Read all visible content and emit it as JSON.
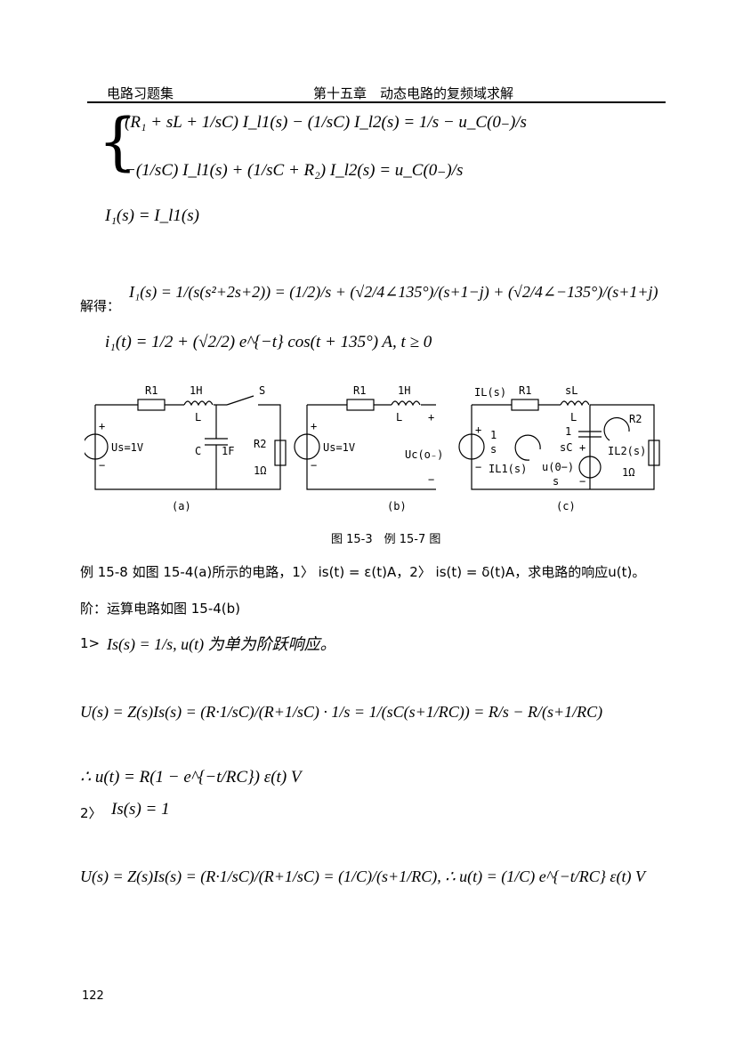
{
  "header": {
    "left": "电路习题集",
    "center": "第十五章　动态电路的复频域求解"
  },
  "system": {
    "eq1_lhs": "(R₁ + sL + 1/sC) I_l1(s) − (1/sC) I_l2(s)",
    "eq1_rhs": "= 1/s − u_C(0₋)/s",
    "eq2_lhs": "−(1/sC) I_l1(s) + (1/sC + R₂) I_l2(s)",
    "eq2_rhs": "= u_C(0₋)/s",
    "eq3": "I₁(s) = I_l1(s)"
  },
  "solve_label": "解得：",
  "i1s_eq": "I₁(s) = 1/(s(s²+2s+2)) = (1/2)/s + (√2/4∠135°)/(s+1−j) + (√2/4∠−135°)/(s+1+j)",
  "i1t_eq": "i₁(t) = 1/2 + (√2/2) e^{−t} cos(t + 135°) A, t ≥ 0",
  "figure": {
    "caption": "图 15-3　例 15-7 图",
    "sub_a": "(a)",
    "sub_b": "(b)",
    "sub_c": "(c)",
    "a": {
      "R1": "R1",
      "H": "1H",
      "L": "L",
      "S": "S",
      "Us": "Us=1V",
      "C": "C",
      "F": "1F",
      "R2": "R2",
      "ohm": "1Ω",
      "plus": "+",
      "minus": "−"
    },
    "b": {
      "R1": "R1",
      "H": "1H",
      "L": "L",
      "Us": "Us=1V",
      "Uc": "Uc(o₋)",
      "plus": "+",
      "minus": "−",
      "plus2": "+",
      "minus2": "−"
    },
    "c": {
      "IL": "IL(s)",
      "R1": "R1",
      "sL": "sL",
      "L": "L",
      "one": "1",
      "s": "s",
      "one2": "1",
      "sC": "sC",
      "IL1": "IL1(s)",
      "IL2": "IL2(s)",
      "u0": "u(0−)",
      "s2": "s",
      "R2": "R2",
      "ohm": "1Ω",
      "plus": "+",
      "minus": "−",
      "plus2": "+",
      "minus2": "−"
    }
  },
  "example": {
    "text": "例 15-8 如图 15-4(a)所示的电路，1〉 is(t) = ε(t)A，2〉 is(t) = δ(t)A，求电路的响应u(t)。",
    "solution": "阶：运算电路如图 15-4(b)"
  },
  "part1": {
    "label": "1>",
    "line": "Is(s) = 1/s, u(t) 为单为阶跃响应。",
    "U_eq": "U(s) = Z(s)Is(s) = (R·1/sC)/(R+1/sC) · 1/s = 1/(sC(s+1/RC)) = R/s − R/(s+1/RC)",
    "u_eq": "∴ u(t) = R(1 − e^{−t/RC}) ε(t) V"
  },
  "part2": {
    "label": "2〉",
    "line": "Is(s) = 1",
    "U_eq": "U(s) = Z(s)Is(s) = (R·1/sC)/(R+1/sC) = (1/C)/(s+1/RC), ∴ u(t) = (1/C) e^{−t/RC} ε(t) V"
  },
  "page_number": "122"
}
